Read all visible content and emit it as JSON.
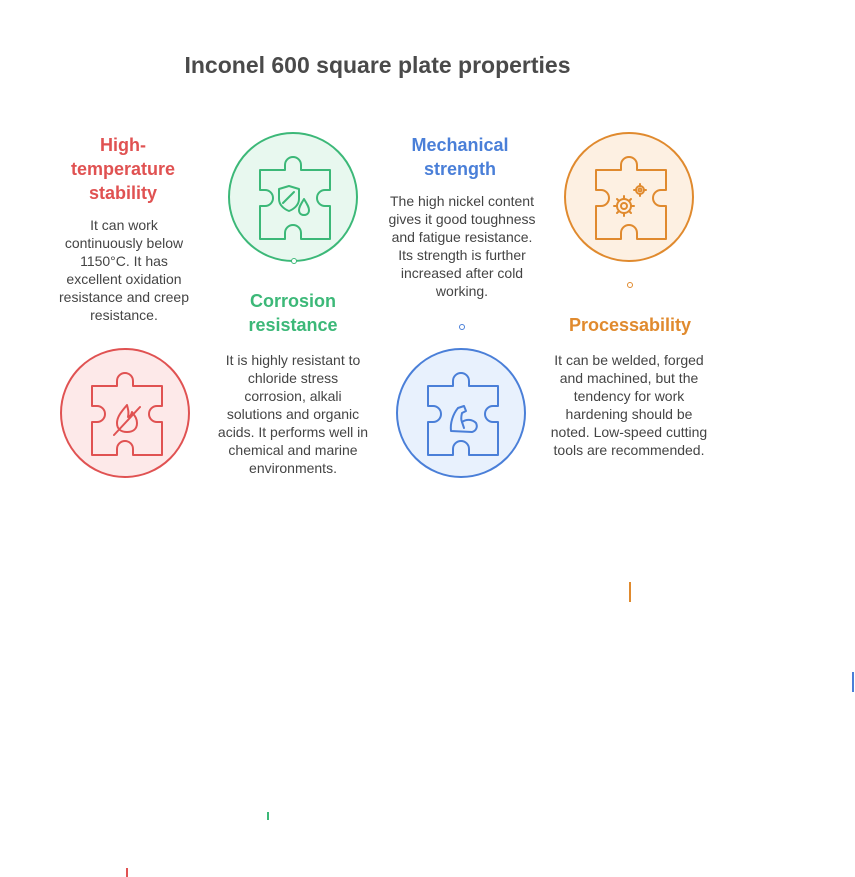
{
  "title": "Inconel 600 square plate properties",
  "colors": {
    "red": "#e05252",
    "green": "#3cb878",
    "blue": "#4a7fd8",
    "orange": "#e08a2e"
  },
  "items": [
    {
      "heading": "High-temperature stability",
      "description": "It can work continuously below 1150°C. It has excellent oxidation resistance and creep resistance.",
      "icon": "no-fire-icon"
    },
    {
      "heading": "Corrosion resistance",
      "description": "It is highly resistant to chloride stress corrosion, alkali solutions and organic acids. It performs well in chemical and marine environments.",
      "icon": "shield-drop-icon"
    },
    {
      "heading": "Mechanical strength",
      "description": "The high nickel content gives it good toughness and fatigue resistance. Its strength is further increased after cold working.",
      "icon": "muscle-arm-icon"
    },
    {
      "heading": "Processability",
      "description": "It can be welded, forged and machined, but the tendency for work hardening should be noted. Low-speed cutting tools are recommended.",
      "icon": "gears-icon"
    }
  ]
}
